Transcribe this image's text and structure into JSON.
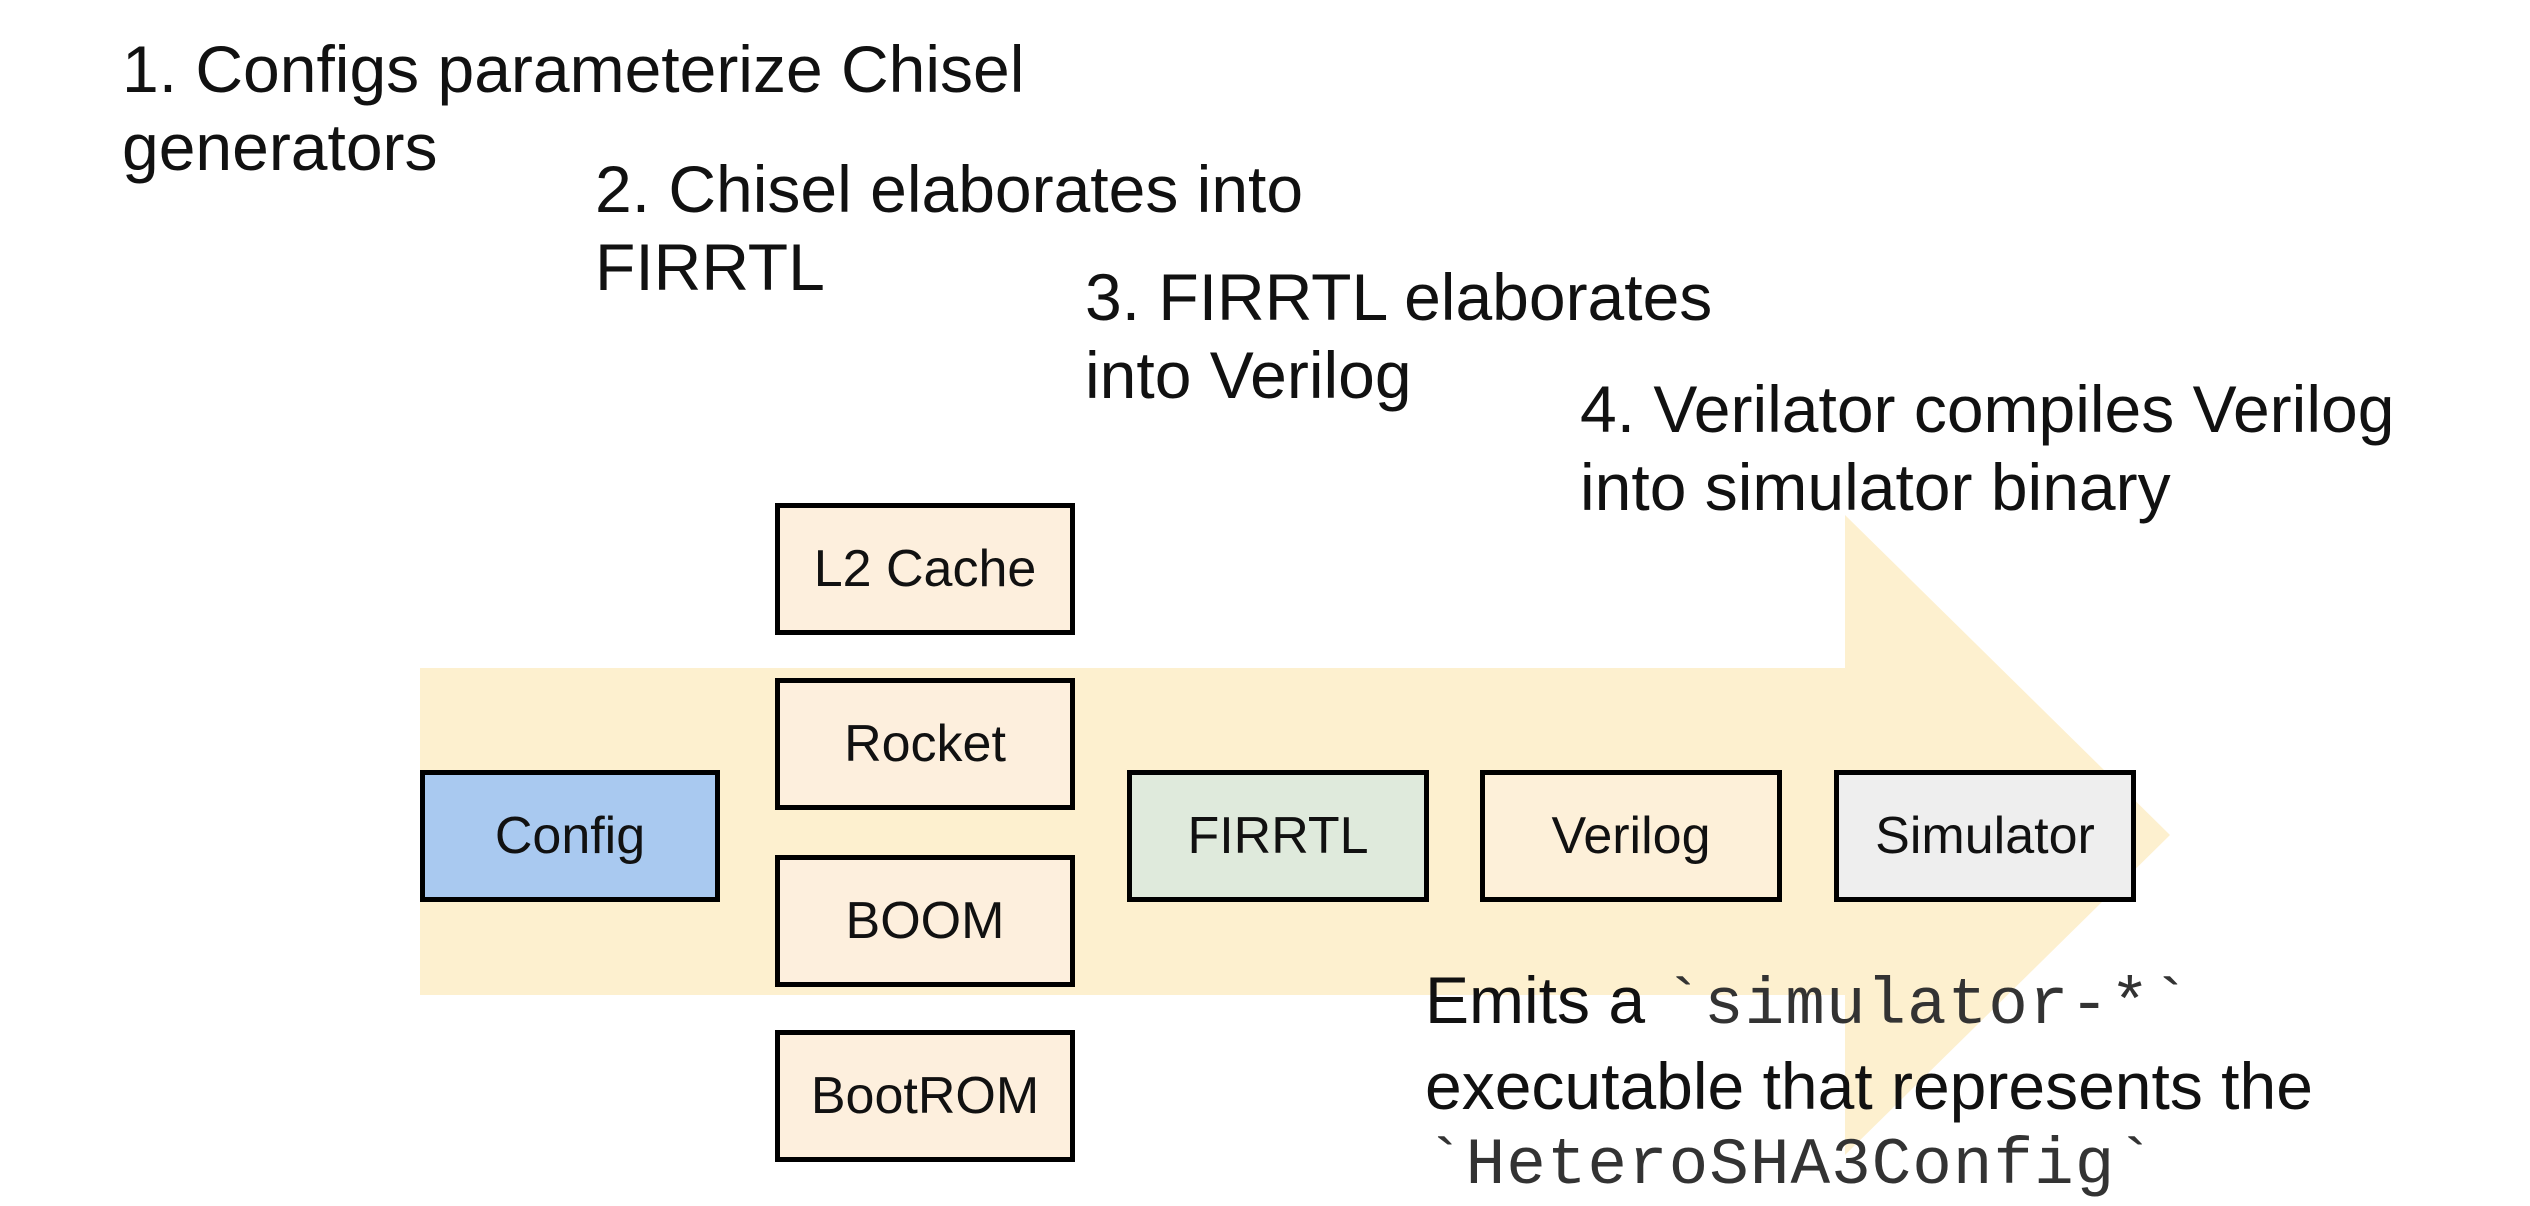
{
  "steps": [
    {
      "text": "1. Configs parameterize Chisel\ngenerators"
    },
    {
      "text": "2. Chisel elaborates into\nFIRRTL"
    },
    {
      "text": "3. FIRRTL elaborates\ninto Verilog"
    },
    {
      "text": "4. Verilator compiles Verilog\ninto simulator binary"
    }
  ],
  "blocks": {
    "config": "Config",
    "l2_cache": "L2 Cache",
    "rocket": "Rocket",
    "boom": "BOOM",
    "bootrom": "BootROM",
    "firrtl": "FIRRTL",
    "verilog": "Verilog",
    "simulator": "Simulator"
  },
  "note": {
    "line1_prefix": "Emits a ",
    "line1_code": "`simulator-*`",
    "line2": "executable that represents the",
    "line3_code": "`HeteroSHA3Config`"
  },
  "colors": {
    "arrow": "#fdf0cf",
    "config": "#a9c9f0",
    "module": "#fdefdd",
    "firrtl": "#dfeadc",
    "verilog": "#fdf0d9",
    "simulator": "#eeeeee"
  }
}
